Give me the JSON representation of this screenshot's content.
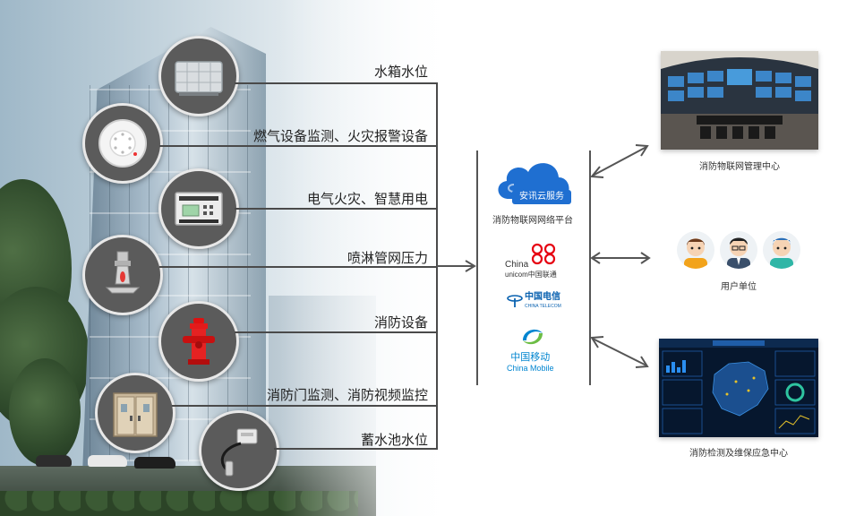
{
  "devices": [
    {
      "label": "水箱水位",
      "icon": "water-tank-icon"
    },
    {
      "label": "燃气设备监测、火灾报警设备",
      "icon": "smoke-detector-icon"
    },
    {
      "label": "电气火灾、智慧用电",
      "icon": "electric-monitor-icon"
    },
    {
      "label": "喷淋管网压力",
      "icon": "sprinkler-icon"
    },
    {
      "label": "消防设备",
      "icon": "fire-hydrant-icon"
    },
    {
      "label": "消防门监测、消防视频监控",
      "icon": "fire-door-icon"
    },
    {
      "label": "蓄水池水位",
      "icon": "level-sensor-icon"
    }
  ],
  "platform": {
    "cloud_label": "安讯云服务",
    "caption": "消防物联网网络平台",
    "carriers": [
      {
        "name": "China unicom中国联通",
        "line1": "China",
        "line2": "unicom中国联通",
        "color": "#e60012"
      },
      {
        "name": "中国电信",
        "line1": "中国电信",
        "line2": "CHINA TELECOM",
        "color": "#0a62b0"
      },
      {
        "name": "中国移动",
        "line1": "中国移动",
        "line2": "China Mobile",
        "color": "#0085d0"
      }
    ]
  },
  "outputs": [
    {
      "caption": "消防物联网管理中心",
      "icon": "control-room-icon"
    },
    {
      "caption": "用户单位",
      "icon": "users-icon"
    },
    {
      "caption": "消防检测及维保应急中心",
      "icon": "dashboard-icon"
    }
  ],
  "colors": {
    "cloud": "#1f6fd1",
    "line": "#4a4a4a",
    "device_bg": "#5b5b5b"
  }
}
